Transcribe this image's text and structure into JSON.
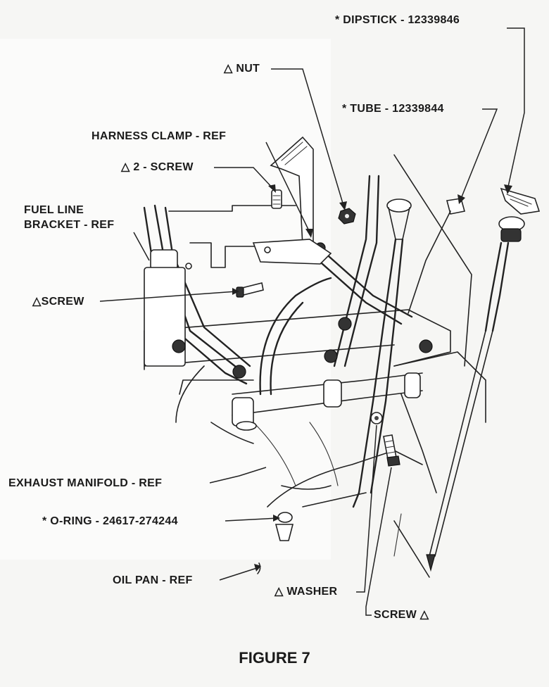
{
  "labels": {
    "dipstick": "* DIPSTICK - 12339846",
    "nut": "△ NUT",
    "tube": "* TUBE - 12339844",
    "harness_clamp": "HARNESS CLAMP - REF",
    "screw_2": "△ 2 - SCREW",
    "fuel_line_bracket_1": "FUEL LINE",
    "fuel_line_bracket_2": "BRACKET - REF",
    "screw": "△SCREW",
    "exhaust_manifold": "EXHAUST MANIFOLD - REF",
    "o_ring": "* O-RING - 24617-274244",
    "oil_pan": "OIL PAN - REF",
    "washer": "△ WASHER",
    "screw_bottom": "SCREW △"
  },
  "caption": "FIGURE 7"
}
